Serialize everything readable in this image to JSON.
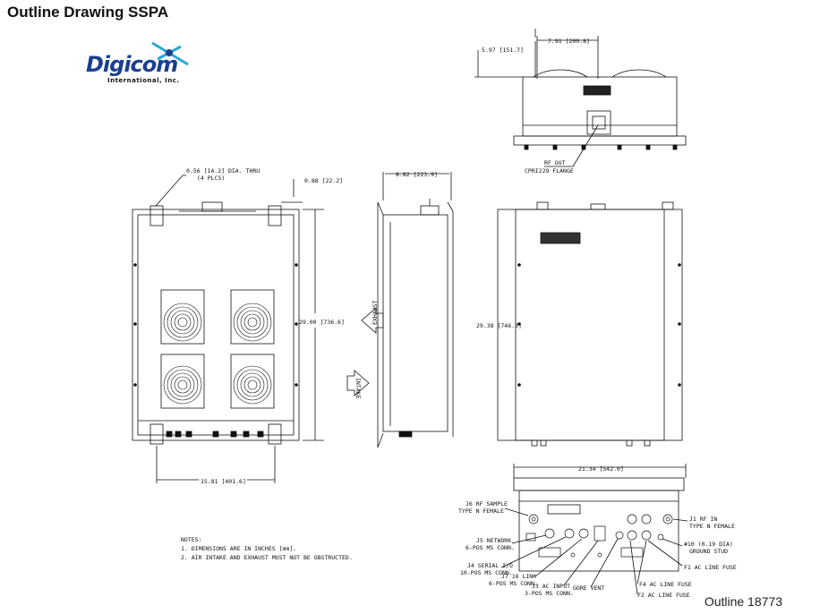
{
  "title": "Outline Drawing SSPA",
  "footer": "Outline 18773",
  "logo": {
    "word": "Digicom",
    "sub": "International, Inc."
  },
  "dims": {
    "top_depth": "5.97 [151.7]",
    "top_width": "7.91 [200.8]",
    "holes": "0.56 [14.2] DIA. THRU",
    "holes_count": "(4 PLCS)",
    "flange_offset": "0.88 [22.2]",
    "side_depth": "8.82 [223.9]",
    "front_height": "29.00 [736.6]",
    "side_height": "29.38 [746.3]",
    "front_width": "15.81 [401.6]",
    "bottom_width": "21.34 [542.0]"
  },
  "rf_out": {
    "line1": "RF OUT",
    "line2": "CPRI229 FLANGE"
  },
  "connectors": {
    "j6_1": "J6 RF SAMPLE",
    "j6_2": "TYPE N FEMALE",
    "j5_1": "J5 NETWORK",
    "j5_2": "6-POS MS CONN.",
    "j4_1": "J4 SERIAL I/O",
    "j4_2": "10-POS MS CONN.",
    "j7_1": "J7 16 LINK",
    "j7_2": "6-POS MS CONN.",
    "j3_1": "J3 AC INPUT",
    "j3_2": "3-POS MS CONN.",
    "gore": "GORE VENT",
    "f2": "F2 AC LINE FUSE",
    "f4": "F4 AC LINE FUSE",
    "f1": "F1 AC LINE FUSE",
    "ground_1": "#10 (0.19 DIA)",
    "ground_2": "GROUND STUD",
    "j1_1": "J1 RF IN",
    "j1_2": "TYPE N FEMALE"
  },
  "notes": {
    "heading": "NOTES:",
    "items": [
      "1. DIMENSIONS ARE IN INCHES [mm].",
      "2. AIR INTAKE AND EXHAUST MUST NOT BE OBSTRUCTED."
    ]
  },
  "arrows": {
    "exhaust": "EXHAUST",
    "intake": "INTAKE"
  }
}
